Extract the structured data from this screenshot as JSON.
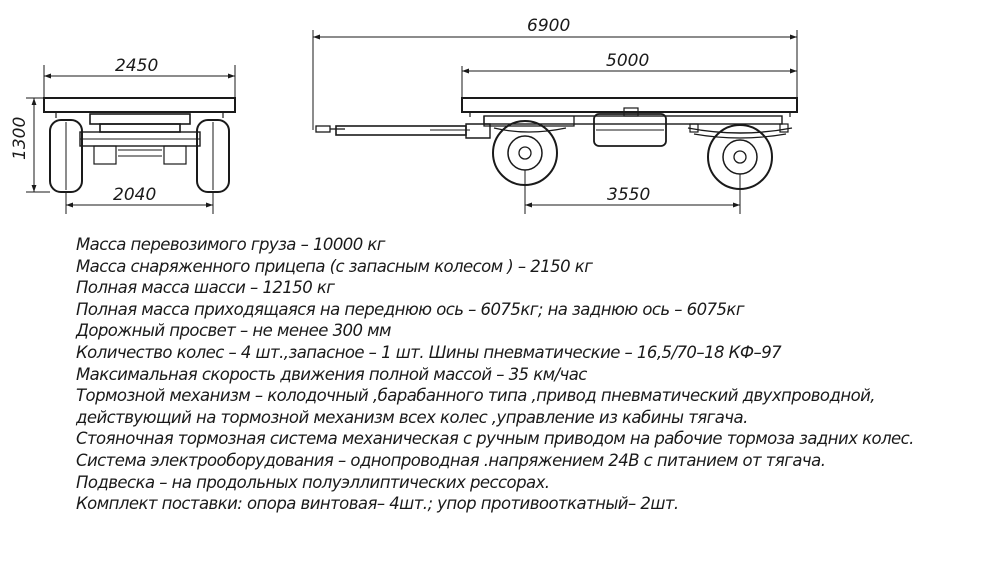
{
  "dimensions": {
    "overall_length": "6900",
    "body_length": "5000",
    "track_width": "2450",
    "height": "1300",
    "wheel_track": "2040",
    "wheelbase": "3550"
  },
  "specs": [
    "Масса перевозимого груза – 10000 кг",
    "Масса снаряженного прицепа (с запасным колесом ) – 2150 кг",
    "Полная масса шасси – 12150 кг",
    "Полная масса приходящаяся на переднюю ось – 6075кг; на заднюю ось    – 6075кг",
    "Дорожный просвет – не менее 300 мм",
    "Количество колес – 4 шт.,запасное – 1 шт. Шины пневматические – 16,5/70–18 КФ–97",
    "Максимальная скорость движения полной массой – 35 км/час",
    "Тормозной механизм – колодочный ,барабанного типа ,привод пневматический двухпроводной,",
    "действующий на тормозной механизм всех колес ,управление из кабины тягача.",
    "Стояночная тормозная система механическая с ручным приводом на рабочие тормоза задних колес.",
    "Система электрооборудования – однопроводная .напряжением 24В с питанием от тягача.",
    "Подвеска – на продольных полуэллиптических рессорах.",
    "Комплект поставки: опора винтовая– 4шт.; упор противооткатный– 2шт."
  ]
}
